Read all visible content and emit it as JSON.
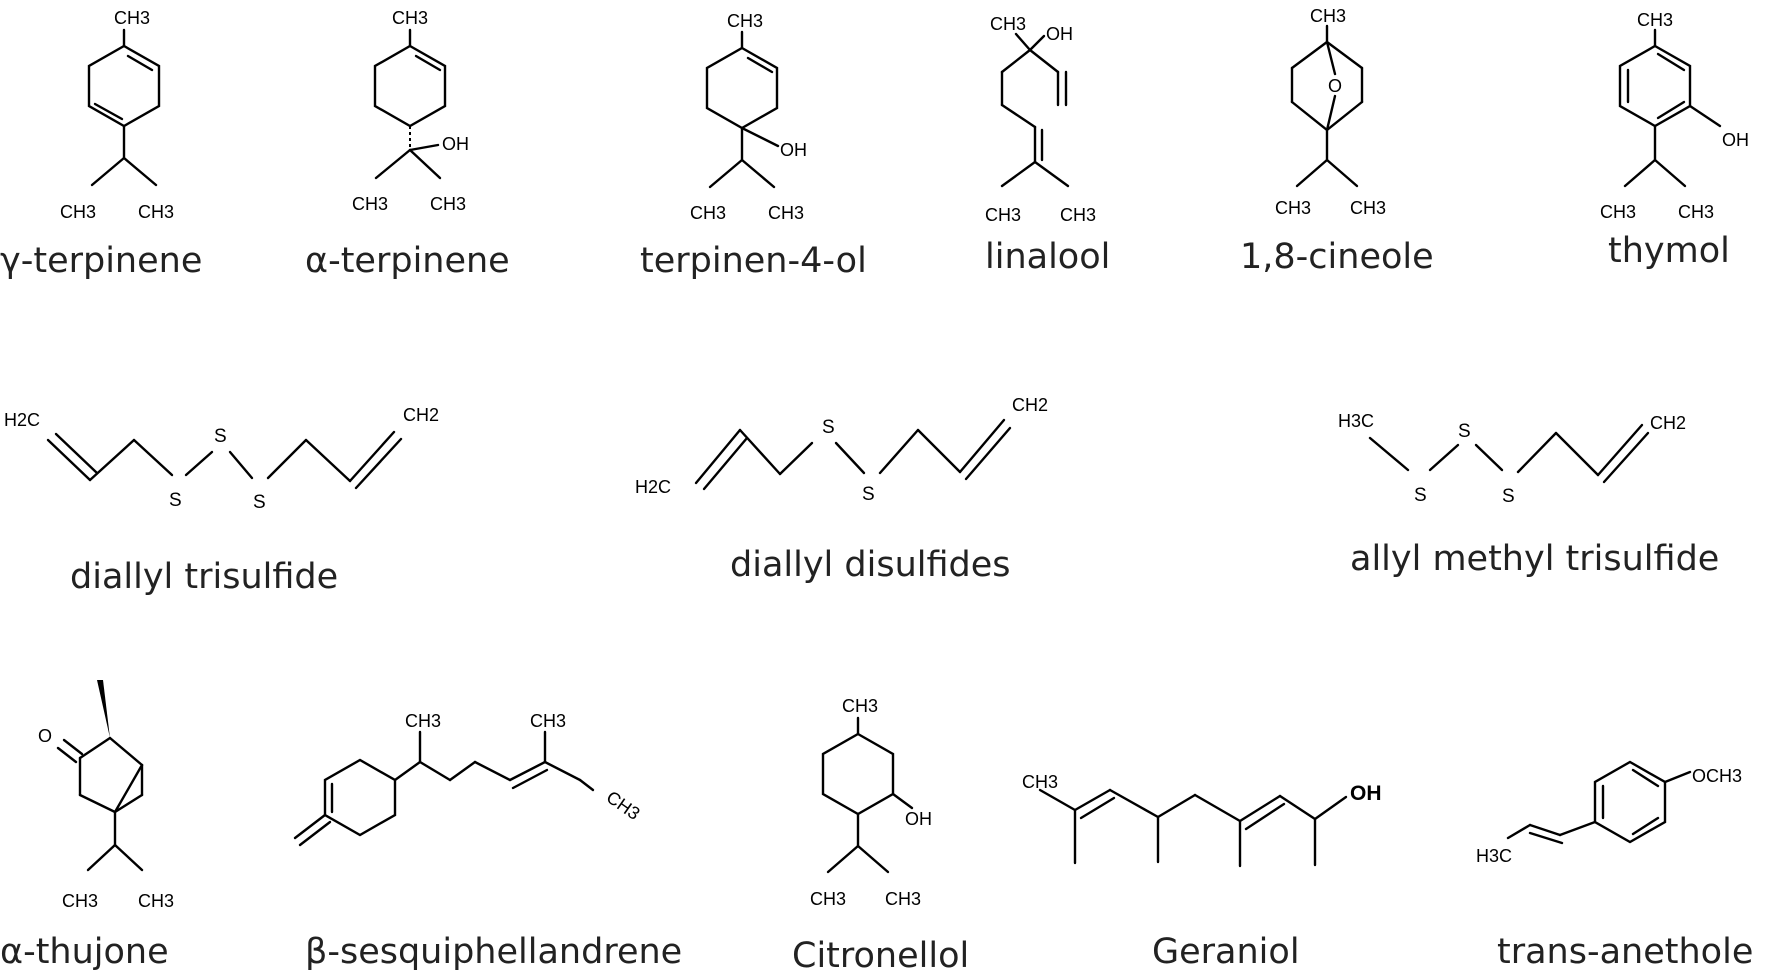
{
  "compounds": [
    {
      "id": "gamma-terpinene",
      "name": "γ-terpinene",
      "labels": [
        "CH3",
        "CH3",
        "CH3"
      ]
    },
    {
      "id": "alpha-terpinene",
      "name": "α-terpinene",
      "labels": [
        "CH3",
        "OH",
        "CH3",
        "CH3"
      ]
    },
    {
      "id": "terpinen-4-ol",
      "name": "terpinen-4-ol",
      "labels": [
        "CH3",
        "OH",
        "CH3",
        "CH3"
      ]
    },
    {
      "id": "linalool",
      "name": "linalool",
      "labels": [
        "CH3",
        "OH",
        "CH3",
        "CH3"
      ]
    },
    {
      "id": "cineole",
      "name": "1,8-cineole",
      "labels": [
        "CH3",
        "O",
        "CH3",
        "CH3"
      ]
    },
    {
      "id": "thymol",
      "name": "thymol",
      "labels": [
        "CH3",
        "OH",
        "CH3",
        "CH3"
      ]
    },
    {
      "id": "diallyl-trisulfide",
      "name": "diallyl trisulfide",
      "labels": [
        "H2C",
        "CH2",
        "S",
        "S",
        "S"
      ]
    },
    {
      "id": "diallyl-disulfides",
      "name": "diallyl disulfides",
      "labels": [
        "H2C",
        "CH2",
        "S",
        "S"
      ]
    },
    {
      "id": "allyl-methyl-trisulfide",
      "name": "allyl methyl trisulfide",
      "labels": [
        "H3C",
        "CH2",
        "S",
        "S",
        "S"
      ]
    },
    {
      "id": "alpha-thujone",
      "name": "α-thujone",
      "labels": [
        "O",
        "CH3",
        "CH3"
      ]
    },
    {
      "id": "beta-sesquiphellandrene",
      "name": "β-sesquiphellandrene",
      "labels": [
        "CH3",
        "CH3",
        "CH3"
      ]
    },
    {
      "id": "citronellol",
      "name": "Citronellol",
      "labels": [
        "CH3",
        "OH",
        "CH3",
        "CH3"
      ]
    },
    {
      "id": "geraniol",
      "name": "Geraniol",
      "labels": [
        "CH3",
        "OH"
      ]
    },
    {
      "id": "trans-anethole",
      "name": "trans-anethole",
      "labels": [
        "OCH3",
        "H3C"
      ]
    }
  ]
}
